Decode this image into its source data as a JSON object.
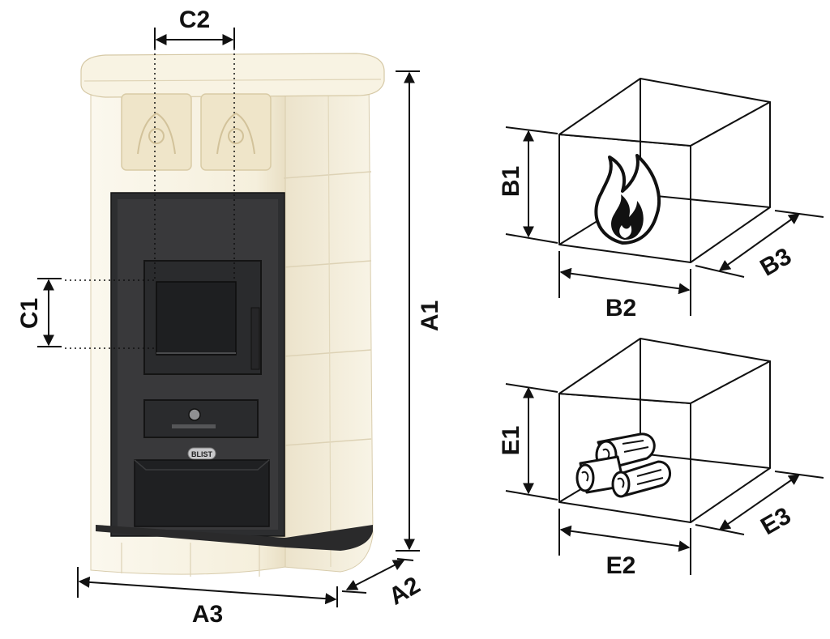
{
  "colors": {
    "ink": "#111111",
    "tile": "#f7f2e1",
    "tile_shadow": "#e6dcc2",
    "metal": "#2d2e30",
    "metal_dark": "#1b1b1c",
    "white": "#ffffff"
  },
  "stove": {
    "brand_badge": "BLIST",
    "dimensions": {
      "height": "A1",
      "depth": "A2",
      "width": "A3",
      "window_height": "C1",
      "window_width": "C2"
    }
  },
  "firebox": {
    "icon": "flame-icon",
    "dimensions": {
      "height": "B1",
      "width": "B2",
      "depth": "B3"
    }
  },
  "wood_storage": {
    "icon": "firewood-icon",
    "dimensions": {
      "height": "E1",
      "width": "E2",
      "depth": "E3"
    }
  }
}
